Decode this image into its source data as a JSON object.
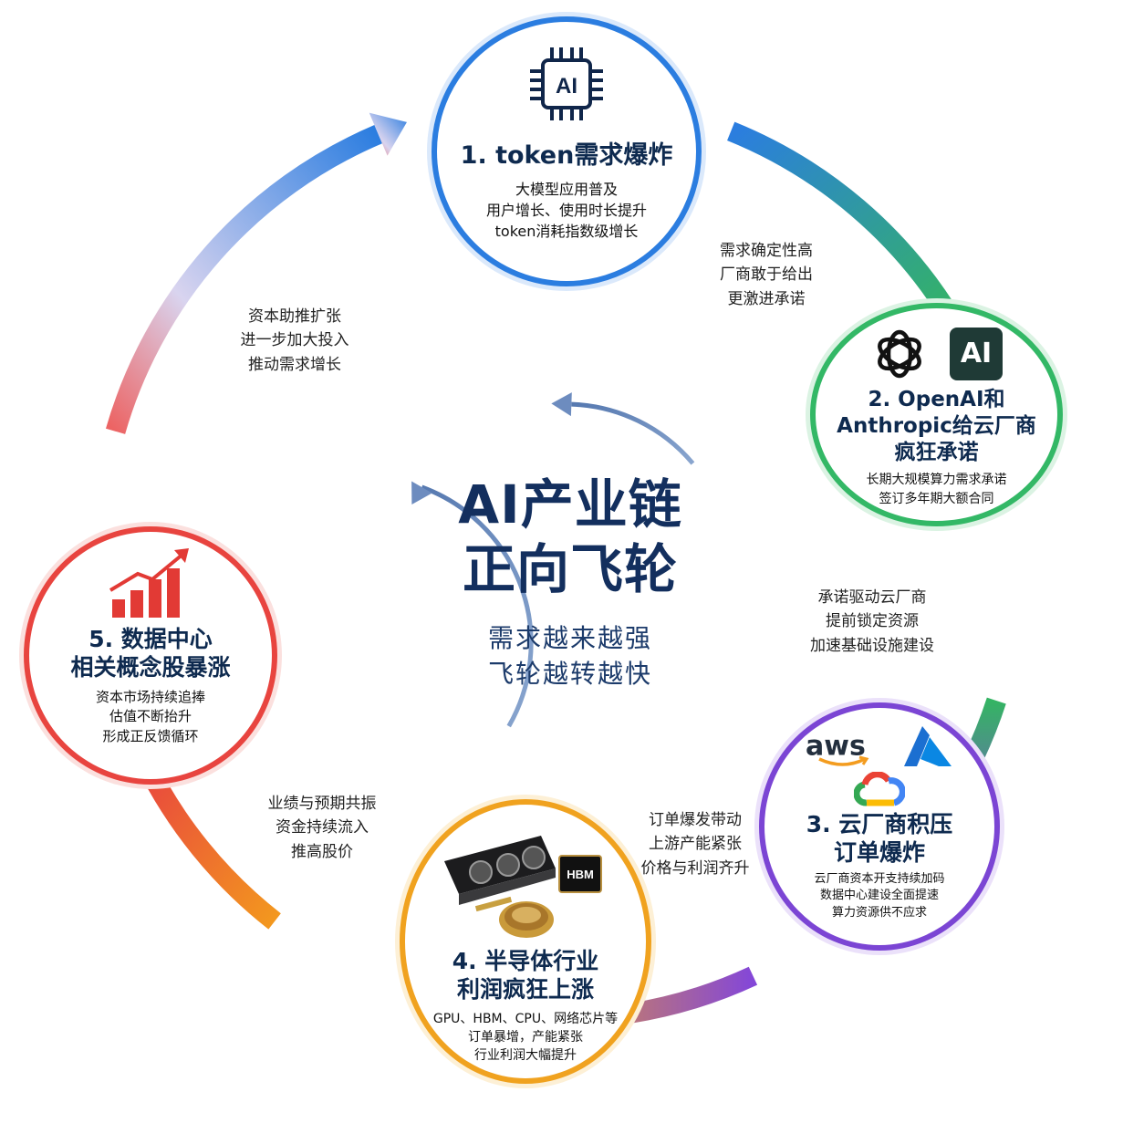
{
  "center": {
    "title_line1": "AI产业链",
    "title_line2": "正向飞轮",
    "subtitle_line1": "需求越来越强",
    "subtitle_line2": "飞轮越转越快"
  },
  "nodes": [
    {
      "title": [
        "1. token需求爆炸"
      ],
      "desc": [
        "大模型应用普及",
        "用户增长、使用时长提升",
        "token消耗指数级增长"
      ],
      "icon": "ai-chip-icon",
      "icon_label": "AI",
      "color": "#2b7de0"
    },
    {
      "title": [
        "2. OpenAI和",
        "Anthropic给云厂商",
        "疯狂承诺"
      ],
      "desc": [
        "长期大规模算力需求承诺",
        "签订多年期大额合同"
      ],
      "icons": [
        "openai-logo-icon",
        "anthropic-logo-icon"
      ],
      "anthropic_logo_text": "AI",
      "color": "#33b866"
    },
    {
      "title": [
        "3. 云厂商积压",
        "订单爆炸"
      ],
      "desc": [
        "云厂商资本开支持续加码",
        "数据中心建设全面提速",
        "算力资源供不应求"
      ],
      "icons": [
        "aws-logo-icon",
        "azure-logo-icon",
        "google-cloud-logo-icon"
      ],
      "aws_logo_text": "aws",
      "color": "#7b45d4"
    },
    {
      "title": [
        "4. 半导体行业",
        "利润疯狂上涨"
      ],
      "desc": [
        "GPU、HBM、CPU、网络芯片等",
        "订单暴增，产能紧张",
        "行业利润大幅提升"
      ],
      "icons": [
        "gpu-card-icon",
        "hbm-chip-icon",
        "cpu-die-icon"
      ],
      "hbm_chip_text": "HBM",
      "color": "#f0a21f"
    },
    {
      "title": [
        "5. 数据中心",
        "相关概念股暴涨"
      ],
      "desc": [
        "资本市场持续追捧",
        "估值不断抬升",
        "形成正反馈循环"
      ],
      "icon": "rising-bar-chart-icon",
      "color": "#e8443f"
    }
  ],
  "edges": [
    [
      "需求确定性高",
      "厂商敢于给出",
      "更激进承诺"
    ],
    [
      "承诺驱动云厂商",
      "提前锁定资源",
      "加速基础设施建设"
    ],
    [
      "订单爆发带动",
      "上游产能紧张",
      "价格与利润齐升"
    ],
    [
      "业绩与预期共振",
      "资金持续流入",
      "推高股价"
    ],
    [
      "资本助推扩张",
      "进一步加大投入",
      "推动需求增长"
    ]
  ]
}
